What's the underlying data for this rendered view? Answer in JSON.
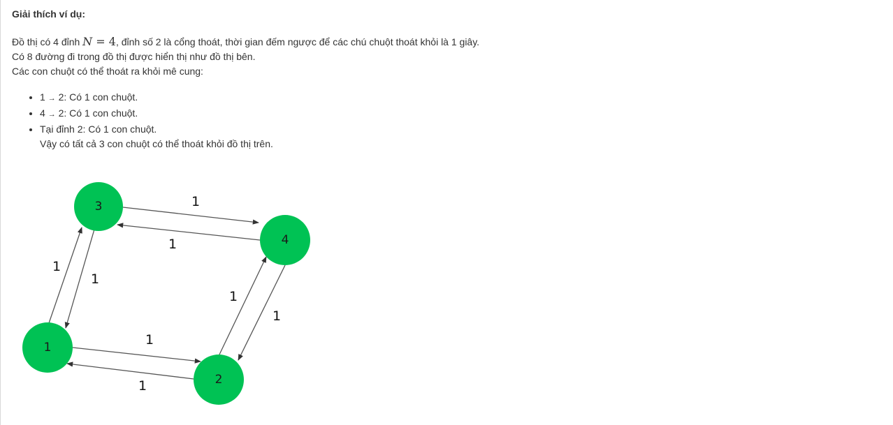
{
  "heading": "Giải thích ví dụ:",
  "intro": {
    "line1_pre": "Đồ thị có 4 đỉnh ",
    "math_var": "N",
    "math_eq": " = ",
    "math_val": "4",
    "line1_post": ", đỉnh số 2 là cổng thoát, thời gian đếm ngược để các chú chuột thoát khỏi là 1 giây.",
    "line2": "Có 8 đường đi trong đồ thị được hiển thị như đồ thị bên.",
    "line3": "Các con chuột có thể thoát ra khỏi mê cung:"
  },
  "cases": [
    {
      "prefix": "1 ",
      "arrow": "→",
      "suffix": " 2: Có 1 con chuột."
    },
    {
      "prefix": "4 ",
      "arrow": "→",
      "suffix": " 2: Có 1 con chuột."
    },
    {
      "text": "Tại đỉnh 2: Có 1 con chuột."
    }
  ],
  "conclusion": "Vậy có tất cả 3 con chuột có thể thoát khỏi đồ thị trên.",
  "graph": {
    "node_color": "#00c254",
    "edge_color": "#555555",
    "nodes": [
      {
        "id": "1",
        "label": "1"
      },
      {
        "id": "2",
        "label": "2"
      },
      {
        "id": "3",
        "label": "3"
      },
      {
        "id": "4",
        "label": "4"
      }
    ],
    "edges": [
      {
        "from": "1",
        "to": "3",
        "weight": "1"
      },
      {
        "from": "3",
        "to": "1",
        "weight": "1"
      },
      {
        "from": "3",
        "to": "4",
        "weight": "1"
      },
      {
        "from": "4",
        "to": "3",
        "weight": "1"
      },
      {
        "from": "2",
        "to": "4",
        "weight": "1"
      },
      {
        "from": "4",
        "to": "2",
        "weight": "1"
      },
      {
        "from": "1",
        "to": "2",
        "weight": "1"
      },
      {
        "from": "2",
        "to": "1",
        "weight": "1"
      }
    ]
  }
}
